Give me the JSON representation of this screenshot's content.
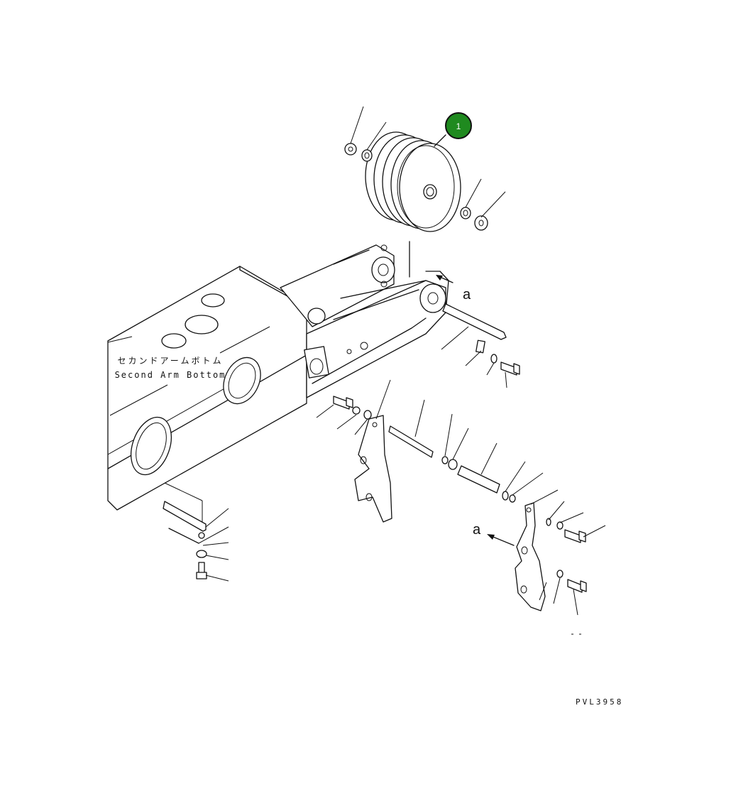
{
  "diagram": {
    "label_jp": "セカンドアームボトム",
    "label_en": "Second Arm Bottom",
    "callout_number": "1",
    "ref_letter_top": "a",
    "ref_letter_bottom": "a",
    "drawing_code": "PVL3958"
  },
  "colors": {
    "callout_fill": "#1f8a1f",
    "line": "#111111",
    "background": "#ffffff"
  }
}
